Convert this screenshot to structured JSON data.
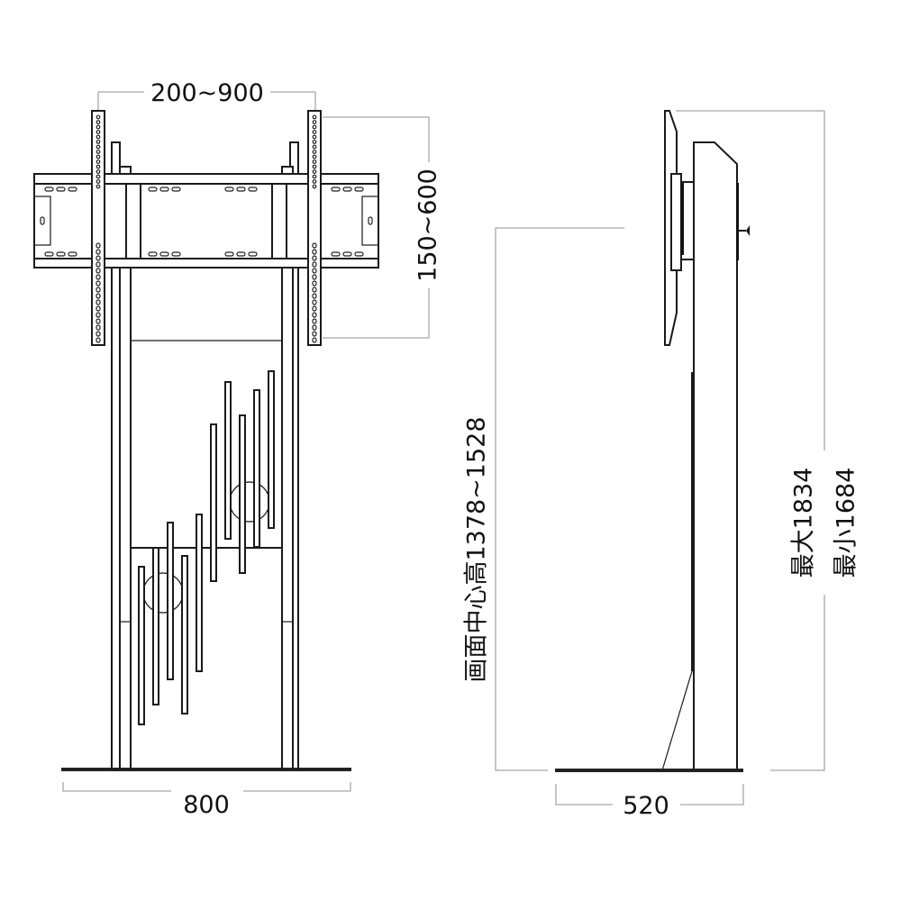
{
  "front_view": {
    "vesa_width_label": "200~900",
    "vesa_height_label": "150~600",
    "base_width_label": "800"
  },
  "side_view": {
    "center_height_label": "画面中心高1378~1528",
    "max_height_label": "最大1834",
    "min_height_label": "最小1684",
    "base_depth_label": "520"
  },
  "colors": {
    "line": "#1a1a1a",
    "dimension": "#a8a8a8"
  }
}
